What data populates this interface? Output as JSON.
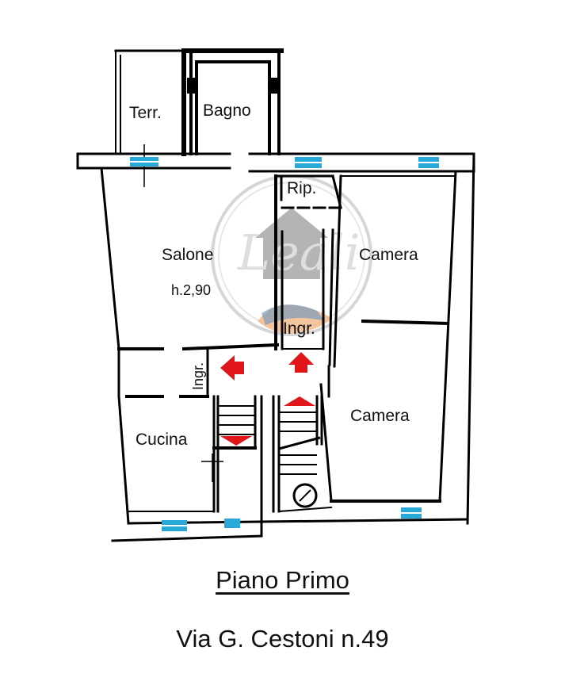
{
  "rooms": {
    "terrace": "Terr.",
    "bathroom": "Bagno",
    "storage": "Rip.",
    "living": "Salone",
    "ceiling_height": "h.2,90",
    "bedroom_top": "Camera",
    "bedroom_bottom": "Camera",
    "entrance_center": "Ingr.",
    "entrance_side": "Ingr.",
    "kitchen": "Cucina"
  },
  "logo": {
    "text": "Leali"
  },
  "footer": {
    "floor_title": "Piano Primo",
    "address": "Via G. Cestoni n.49"
  },
  "colors": {
    "wall": "#000000",
    "window": "#29a9d8",
    "arrow": "#e0161b",
    "logo_grey": "#8a8a8a",
    "logo_blue": "#3b78b8",
    "logo_orange": "#f0a15c"
  }
}
